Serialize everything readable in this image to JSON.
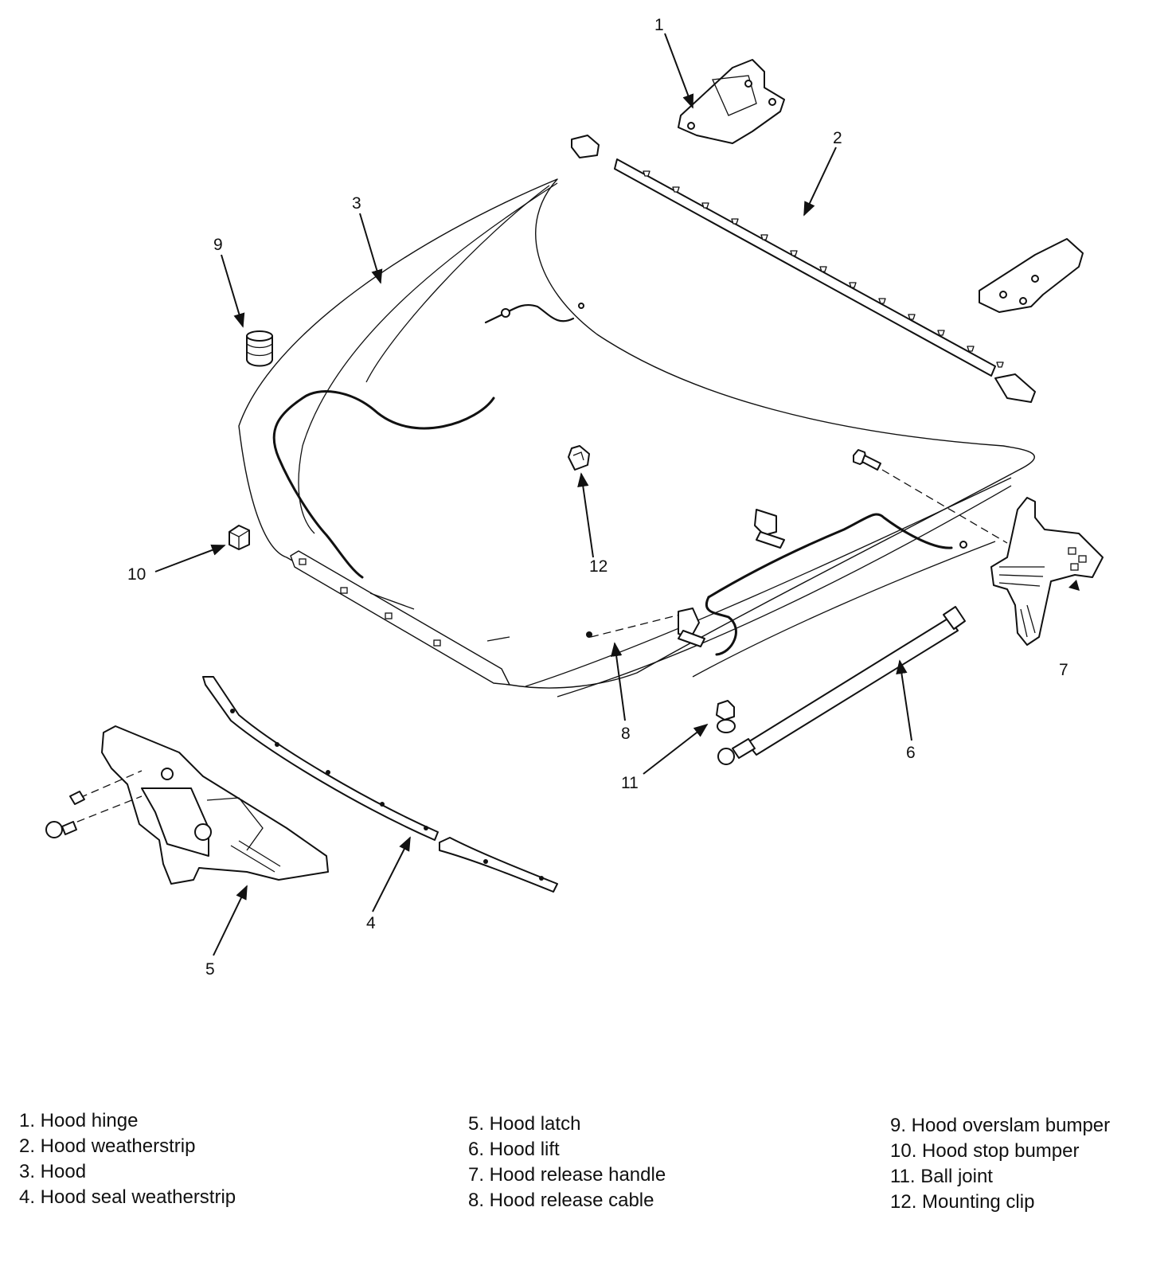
{
  "callouts": [
    "1",
    "2",
    "3",
    "4",
    "5",
    "6",
    "7",
    "8",
    "9",
    "10",
    "11",
    "12"
  ],
  "legend": {
    "col1": [
      "1. Hood hinge",
      "2. Hood weatherstrip",
      "3. Hood",
      "4. Hood seal weatherstrip"
    ],
    "col2": [
      "5. Hood latch",
      "6. Hood lift",
      "7. Hood release handle",
      "8. Hood release cable"
    ],
    "col3": [
      "9. Hood overslam bumper",
      "10. Hood stop bumper",
      "11. Ball joint",
      "12. Mounting clip"
    ]
  }
}
